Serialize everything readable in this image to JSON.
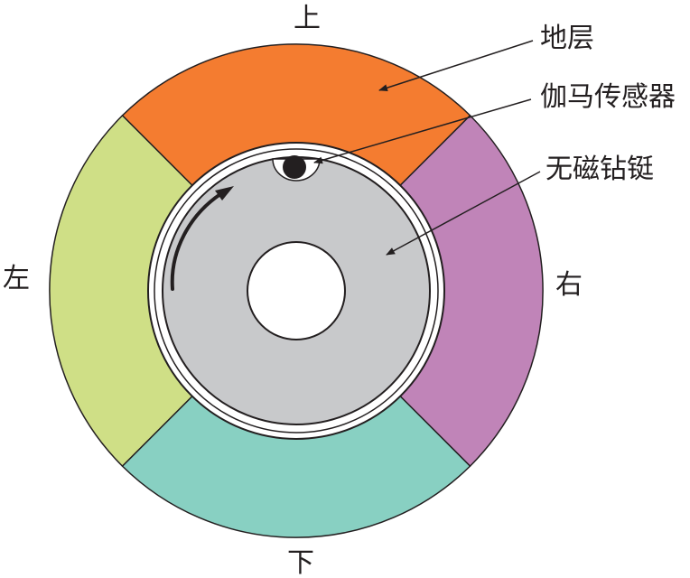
{
  "directions": {
    "top": "上",
    "bottom": "下",
    "left": "左",
    "right": "右"
  },
  "callouts": {
    "formation": "地层",
    "gamma_sensor": "伽马传感器",
    "nonmagnetic_drill_collar": "无磁钻铤"
  },
  "colors": {
    "top_sector": "#f47c30",
    "right_sector": "#c084b8",
    "bottom_sector": "#88d0c2",
    "left_sector": "#cfdf86",
    "collar": "#c8c9cb",
    "outline": "#231f20"
  }
}
